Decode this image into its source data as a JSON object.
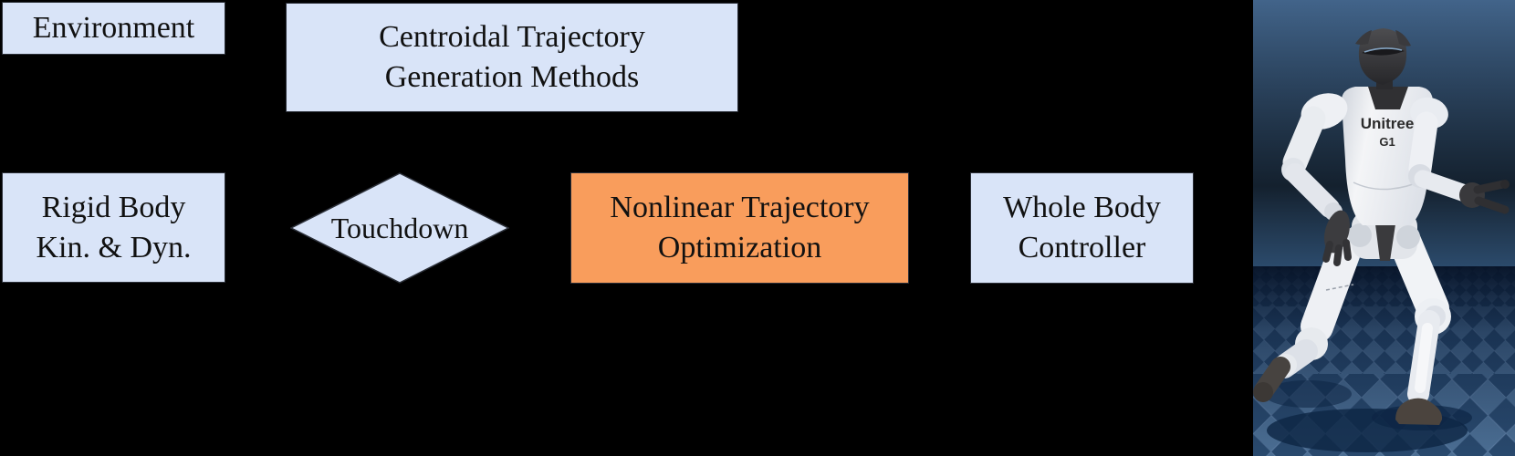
{
  "figure": {
    "background": "#000000",
    "description_colors": {
      "node_fill": "#d9e4f8",
      "node_border": "#2b2f38",
      "highlight_fill": "#f99d5c",
      "node_text": "#111111"
    }
  },
  "nodes": {
    "environment": {
      "label": "Environment"
    },
    "centroidal": {
      "line1": "Centroidal Trajectory",
      "line2": "Generation Methods"
    },
    "rigid_body": {
      "line1": "Rigid Body",
      "line2": "Kin. & Dyn."
    },
    "touchdown": {
      "label": "Touchdown"
    },
    "nonlinear": {
      "line1": "Nonlinear Trajectory",
      "line2": "Optimization"
    },
    "whole_body": {
      "line1": "Whole Body",
      "line2": "Controller"
    }
  },
  "robot_panel": {
    "chest_line1": "Unitree",
    "chest_line2": "G1",
    "sky_top": "#42648a",
    "sky_bottom": "#2b4a6b",
    "floor_tile_light": "#54799f",
    "floor_tile_dark": "#2d4f74"
  }
}
